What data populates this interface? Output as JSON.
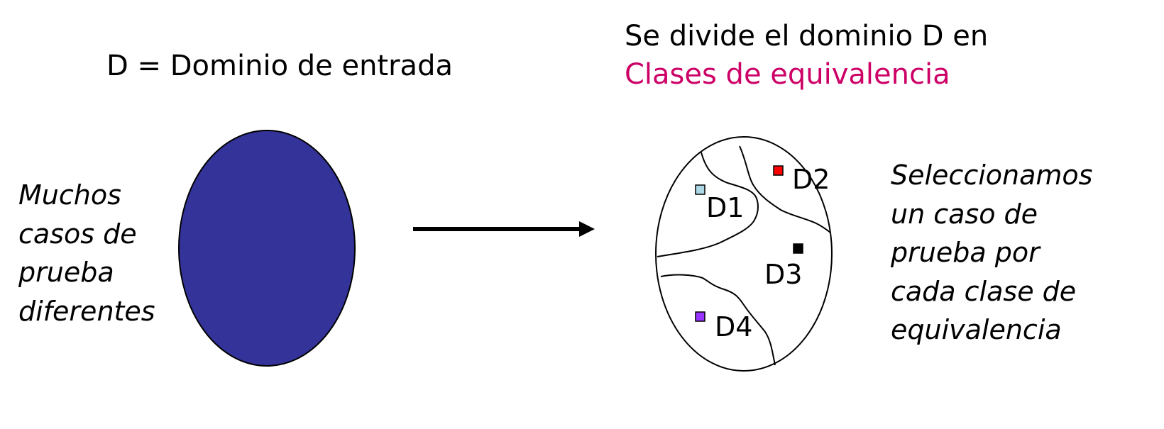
{
  "left_title": "D = Dominio de entrada",
  "right_title": {
    "line1": "Se divide el dominio D en",
    "line2": "Clases de equivalencia",
    "line2_color": "#cc0066"
  },
  "left_note": [
    "Muchos",
    "casos de",
    "prueba",
    "diferentes"
  ],
  "right_note": [
    "Seleccionamos",
    "un caso de",
    "prueba por",
    "cada clase de",
    "equivalencia"
  ],
  "domain_ellipse_color": "#333399",
  "regions": [
    {
      "label": "D1",
      "marker_color": "#add8e6"
    },
    {
      "label": "D2",
      "marker_color": "#ff0000"
    },
    {
      "label": "D3",
      "marker_color": "#000000"
    },
    {
      "label": "D4",
      "marker_color": "#9933ff"
    }
  ]
}
